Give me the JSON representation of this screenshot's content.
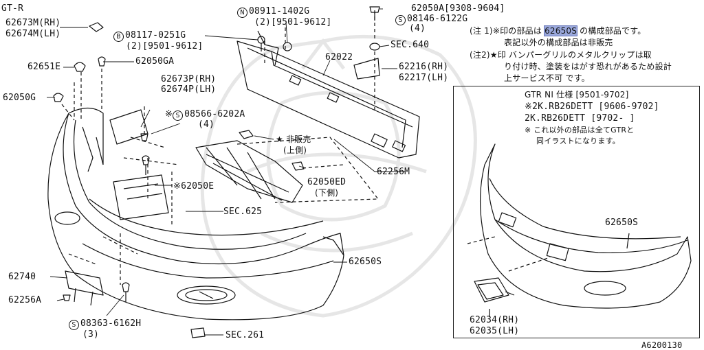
{
  "diagram": {
    "title": "GT-R",
    "figure_id": "A6200130",
    "colors": {
      "ink": "#111111",
      "highlight": "#9aa8dc",
      "watermark": "#e6e6e6"
    },
    "callouts": {
      "p62673m": "62673M(RH)",
      "p62674m": "62674M(LH)",
      "p62651e": "62651E",
      "p62050ga": "62050GA",
      "p62050g": "62050G",
      "bolt08117_mark": "B",
      "bolt08117": "08117-0251G",
      "bolt08117_qty": "(2)[9501-9612]",
      "nut08911_mark": "N",
      "nut08911": "08911-1402G",
      "nut08911_qty": "(2)[9501-9612]",
      "p62050a": "62050A[9308-9604]",
      "screw08146_mark": "S",
      "screw08146": "08146-6122G",
      "screw08146_qty": "(4)",
      "sec640": "SEC.640",
      "p62022": "62022",
      "p62216": "62216(RH)",
      "p62217": "62217(LH)",
      "p62673p": "62673P(RH)",
      "p62674p": "62674P(LH)",
      "screw08566_prefix": "※",
      "screw08566_mark": "S",
      "screw08566": "08566-6202A",
      "screw08566_qty": "(4)",
      "notsold": "★ 非販売",
      "notsold_upper": "(上側)",
      "p62256m": "62256M",
      "p62050e": "※62050E",
      "p62050ed": "62050ED",
      "p62050ed_lower": "(下側)",
      "sec625": "SEC.625",
      "p62650s": "62650S",
      "p62740": "62740",
      "p62256a": "62256A",
      "screw08363_mark": "S",
      "screw08363": "08363-6162H",
      "screw08363_qty": "(3)",
      "sec261": "SEC.261"
    },
    "notes": {
      "note1_head": "(注 1)※印の部品は ",
      "note1_part": "62650S",
      "note1_tail": " の構成部品です。",
      "note1_line2": "表記以外の構成部品は非販売",
      "note2_line1": "(注2)★印 バンパーグリルのメタルクリップは取",
      "note2_line2": "り付け時、塗装をはがす恐れがあるため設計",
      "note2_line3": "上サービス不可 です。"
    },
    "inset": {
      "heading": "GTR NI 仕様 [9501-9702]",
      "variant1": "※2K.RB26DETT [9606-9702]",
      "variant2": "2K.RB26DETT [9702-     ]",
      "remark1": "※ これ以外の部品は全てGTRと",
      "remark2": "同イラストになります。",
      "p62650s": "62650S",
      "p62034": "62034(RH)",
      "p62035": "62035(LH)"
    }
  }
}
